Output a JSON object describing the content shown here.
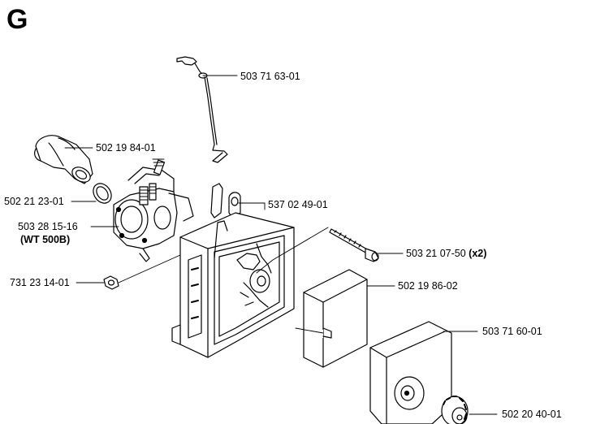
{
  "section": "G",
  "parts": [
    {
      "id": "choke-rod",
      "part_no": "503 71 63-01",
      "note": ""
    },
    {
      "id": "intake-elbow",
      "part_no": "502 19 84-01",
      "note": ""
    },
    {
      "id": "o-ring",
      "part_no": "502 21 23-01",
      "note": ""
    },
    {
      "id": "carburetor",
      "part_no": "503 28 15-16",
      "note": "(WT 500B)"
    },
    {
      "id": "bracket",
      "part_no": "537 02 49-01",
      "note": ""
    },
    {
      "id": "screw",
      "part_no": "503 21 07-50",
      "note": "(x2)"
    },
    {
      "id": "nut",
      "part_no": "731 23 14-01",
      "note": ""
    },
    {
      "id": "filter-element",
      "part_no": "502 19 86-02",
      "note": ""
    },
    {
      "id": "filter-cover",
      "part_no": "503 71 60-01",
      "note": ""
    },
    {
      "id": "knob",
      "part_no": "502 20 40-01",
      "note": ""
    }
  ]
}
